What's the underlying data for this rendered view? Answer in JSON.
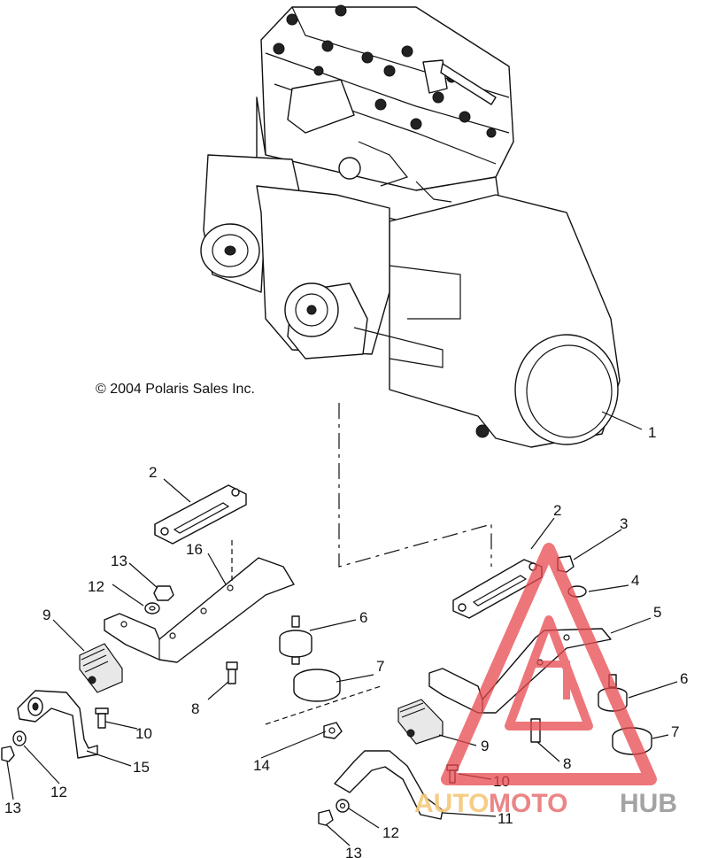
{
  "copyright": "© 2004 Polaris Sales Inc.",
  "watermark": {
    "part1": "AUTO",
    "part2": "MOTO",
    "part3": "HUB"
  },
  "colors": {
    "line": "#111111",
    "watermark_red": "#e8494f",
    "watermark_orange": "#f5b04a",
    "watermark_gray": "#8c8c8c"
  },
  "callouts": {
    "c1": "1",
    "c2a": "2",
    "c2b": "2",
    "c3": "3",
    "c4": "4",
    "c5": "5",
    "c6a": "6",
    "c6b": "6",
    "c7a": "7",
    "c7b": "7",
    "c8a": "8",
    "c8b": "8",
    "c9a": "9",
    "c9b": "9",
    "c10a": "10",
    "c10b": "10",
    "c11": "11",
    "c12a": "12",
    "c12b": "12",
    "c12c": "12",
    "c13a": "13",
    "c13b": "13",
    "c13c": "13",
    "c14": "14",
    "c15": "15",
    "c16": "16"
  }
}
